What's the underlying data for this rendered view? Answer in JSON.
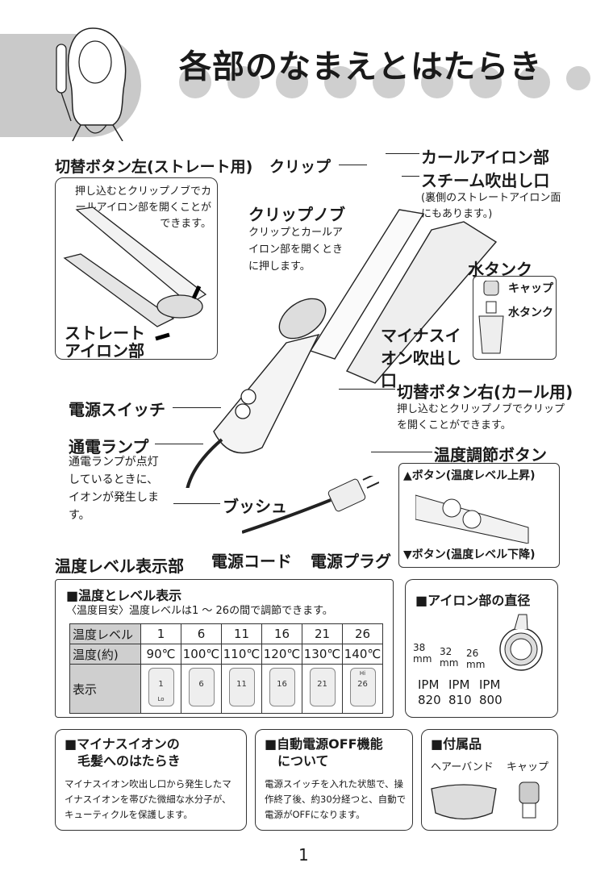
{
  "header": {
    "title": "各部のなまえとはたらき"
  },
  "labels": {
    "switch_left": "切替ボタン左(ストレート用)",
    "clip": "クリップ",
    "curl_iron": "カールアイロン部",
    "steam": "スチーム吹出し口",
    "steam_note": "(裏側のストレートアイロン面にもあります。)",
    "clip_knob": "クリップノブ",
    "clip_knob_desc": "クリップとカールアイロン部を開くときに押します。",
    "water_tank": "水タンク",
    "cap": "キャップ",
    "tank": "水タンク",
    "minus_ion": "マイナスイオン吹出し口",
    "straight_iron": "ストレートアイロン部",
    "switch_right": "切替ボタン右(カール用)",
    "switch_right_desc": "押し込むとクリップノブでクリップを開くことができます。",
    "power_switch": "電源スイッチ",
    "power_lamp": "通電ランプ",
    "power_lamp_desc": "通電ランプが点灯しているときに、イオンが発生します。",
    "temp_button": "温度調節ボタン",
    "btn_up": "ボタン(温度レベル上昇)",
    "btn_down": "ボタン(温度レベル下降)",
    "bush": "ブッシュ",
    "cord": "電源コード",
    "plug": "電源プラグ",
    "temp_display": "温度レベル表示部",
    "inset_left_desc": "押し込むとクリップノブでカールアイロン部を開くことができます。"
  },
  "temp_table": {
    "title": "■温度とレベル表示",
    "subtitle": "〈温度目安〉温度レベルは1 ～ 26の間で調節できます。",
    "row_level_label": "温度レベル",
    "row_temp_label": "温度(約)",
    "row_disp_label": "表示",
    "levels": [
      "1",
      "6",
      "11",
      "16",
      "21",
      "26"
    ],
    "temps": [
      "90℃",
      "100℃",
      "110℃",
      "120℃",
      "130℃",
      "140℃"
    ],
    "disp_lo": "Lo",
    "disp_hi": "Hi"
  },
  "diameter": {
    "title": "■アイロン部の直径",
    "sizes": [
      "38 mm",
      "32 mm",
      "26 mm"
    ],
    "models": [
      "IPM 820",
      "IPM 810",
      "IPM 800"
    ]
  },
  "ion_section": {
    "title": "■マイナスイオンの\n　毛髪へのはたらき",
    "text": "マイナスイオン吹出し口から発生したマイナスイオンを帯びた微細な水分子が、キューティクルを保護します。"
  },
  "auto_off": {
    "title": "■自動電源OFF機能\n　について",
    "text": "電源スイッチを入れた状態で、操作終了後、約30分経つと、自動で電源がOFFになります。"
  },
  "accessories": {
    "title": "■付属品",
    "items": [
      "ヘアーバンド",
      "キャップ"
    ]
  },
  "footer": {
    "page_number": "1"
  }
}
